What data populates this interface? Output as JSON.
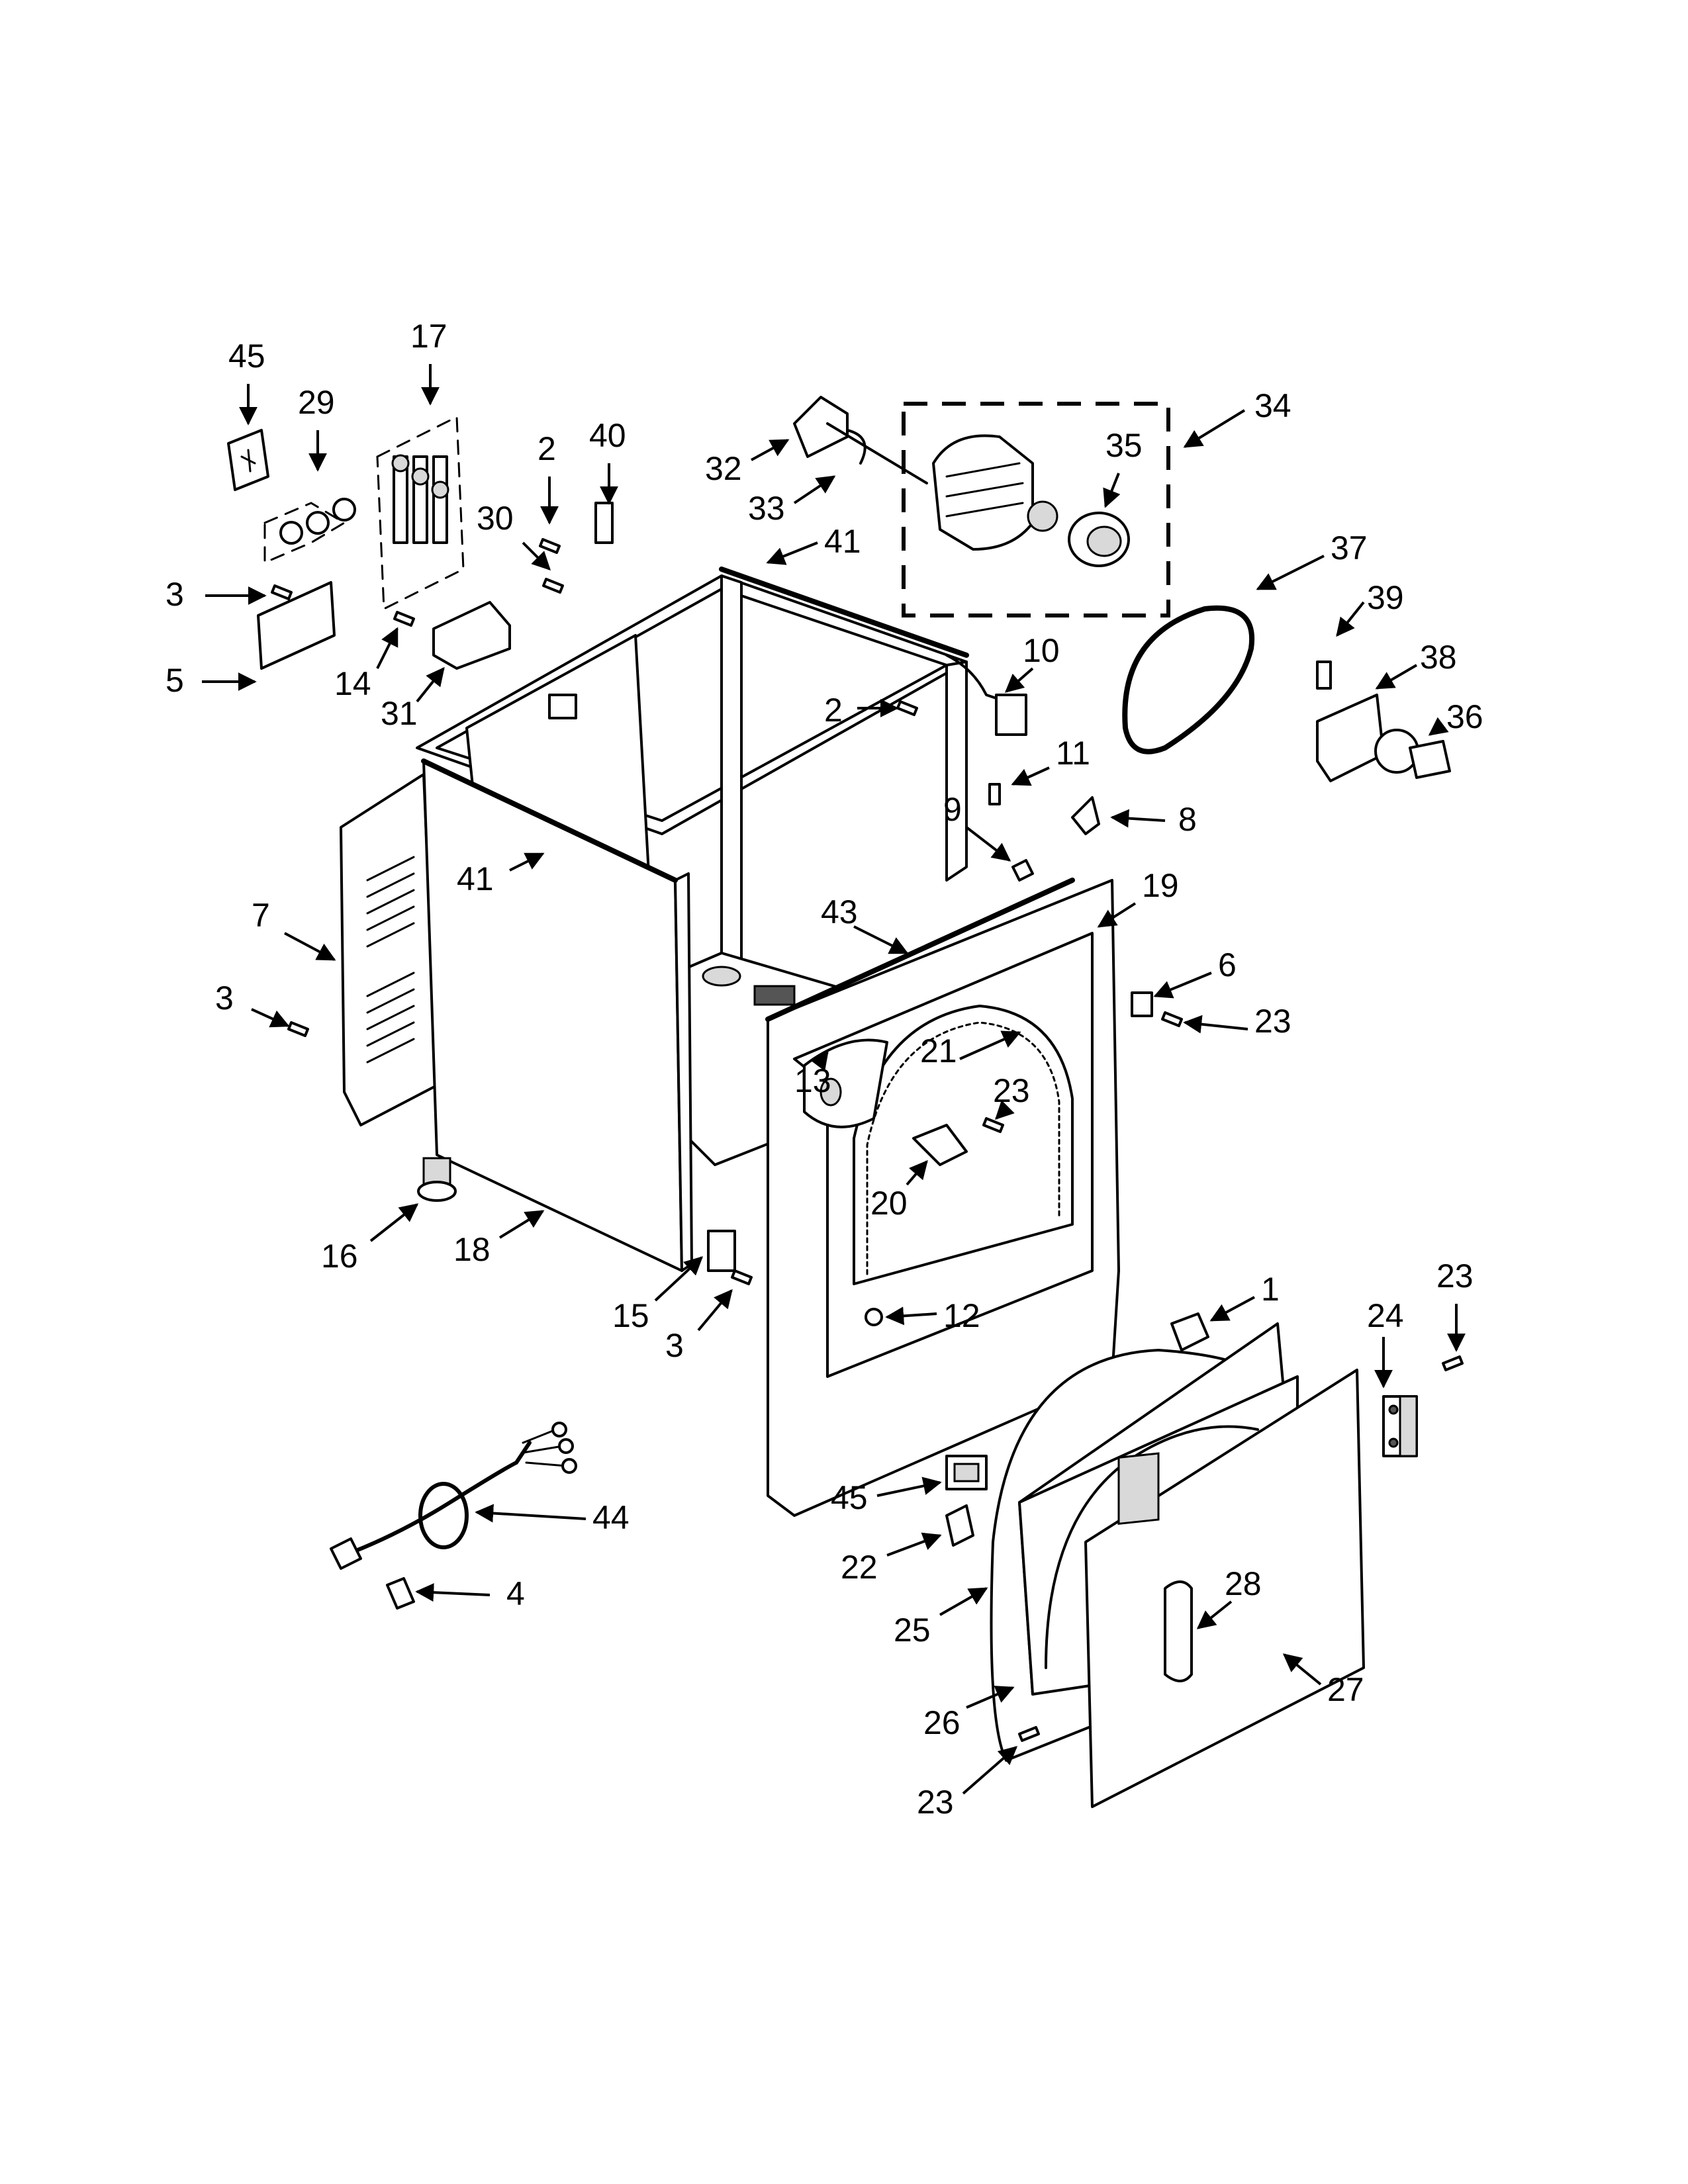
{
  "labels": {
    "p1": "1",
    "p2a": "2",
    "p2b": "2",
    "p3a": "3",
    "p3b": "3",
    "p3c": "3",
    "p4": "4",
    "p5": "5",
    "p6": "6",
    "p7": "7",
    "p8": "8",
    "p9": "9",
    "p10": "10",
    "p11": "11",
    "p12": "12",
    "p13": "13",
    "p14": "14",
    "p15": "15",
    "p16": "16",
    "p17": "17",
    "p18": "18",
    "p19": "19",
    "p20": "20",
    "p21": "21",
    "p22": "22",
    "p23a": "23",
    "p23b": "23",
    "p23c": "23",
    "p23d": "23",
    "p24": "24",
    "p25": "25",
    "p26": "26",
    "p27": "27",
    "p28": "28",
    "p29": "29",
    "p30": "30",
    "p31": "31",
    "p32": "32",
    "p33": "33",
    "p34": "34",
    "p35": "35",
    "p36": "36",
    "p37": "37",
    "p38": "38",
    "p39": "39",
    "p40": "40",
    "p41a": "41",
    "p41b": "41",
    "p43": "43",
    "p44": "44",
    "p45a": "45",
    "p45b": "45"
  }
}
